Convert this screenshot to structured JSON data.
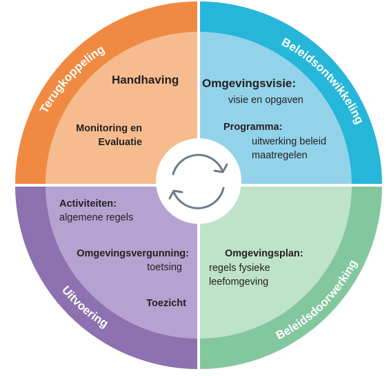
{
  "ring_labels": {
    "top_left": "Terugkoppeling",
    "top_right": "Beleidsontwikkeling",
    "bottom_right": "Beleidsdoorwerking",
    "bottom_left": "Uitvoering"
  },
  "quadrants": {
    "top_left": {
      "heading": "Handhaving",
      "item_title_line1": "Monitoring en",
      "item_title_line2": "Evaluatie"
    },
    "top_right": {
      "item1_title": "Omgevingsvisie:",
      "item1_desc": "visie en opgaven",
      "item2_title": "Programma:",
      "item2_desc_line1": "uitwerking beleid",
      "item2_desc_line2": "maatregelen"
    },
    "bottom_right": {
      "item1_title": "Omgevingsplan:",
      "item1_desc_line1": "regels fysieke",
      "item1_desc_line2": "leefomgeving"
    },
    "bottom_left": {
      "item1_title": "Activiteiten:",
      "item1_desc": "algemene regels",
      "item2_title": "Omgevingsvergunning:",
      "item2_desc": "toetsing",
      "item3_title": "Toezicht"
    }
  },
  "center_icon": "cycle-arrows-icon",
  "colors": {
    "outer_top_left": "#f08a43",
    "inner_top_left": "#f6bc8f",
    "outer_top_right": "#26b6d9",
    "inner_top_right": "#93d3ea",
    "outer_bottom_right": "#82c79e",
    "inner_bottom_right": "#bfe3c8",
    "outer_bottom_left": "#8d71b0",
    "inner_bottom_left": "#b6a2d0",
    "icon": "#6b7b8b"
  }
}
